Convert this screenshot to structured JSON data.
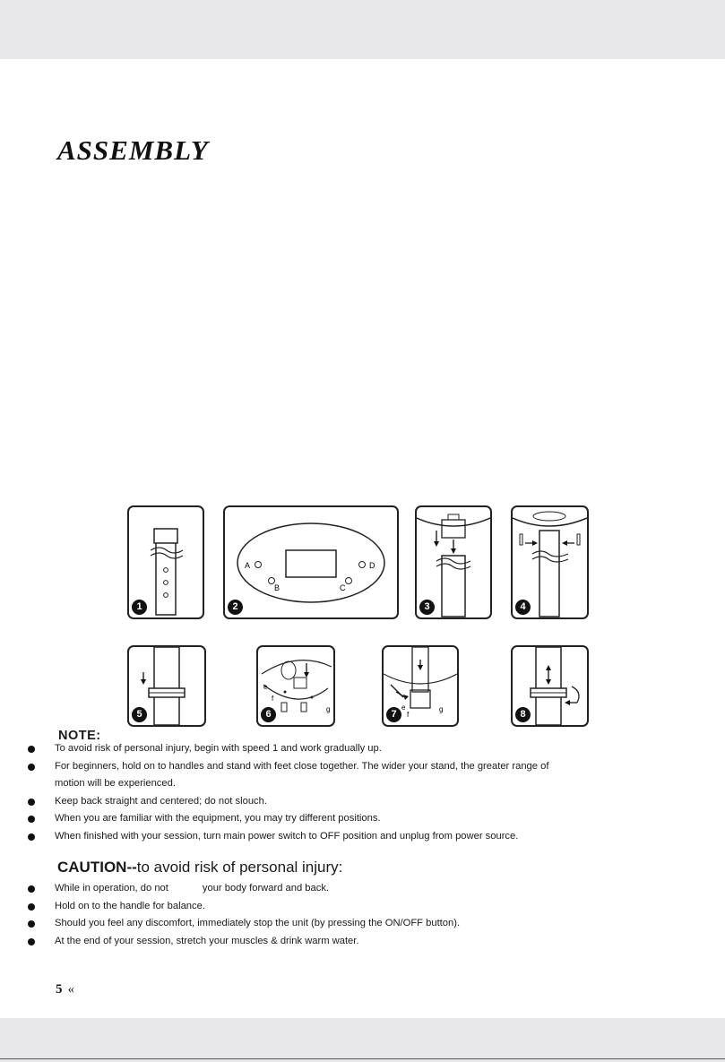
{
  "title": "ASSEMBLY",
  "steps": [
    {
      "n": "1"
    },
    {
      "n": "2"
    },
    {
      "n": "3"
    },
    {
      "n": "4"
    },
    {
      "n": "5"
    },
    {
      "n": "6"
    },
    {
      "n": "7"
    },
    {
      "n": "8"
    }
  ],
  "diagram_labels": {
    "a": "A",
    "b": "B",
    "c": "C",
    "d": "D",
    "e": "e",
    "f": "f",
    "g": "g"
  },
  "note": {
    "heading": "NOTE:",
    "items": [
      "To avoid risk of personal injury, begin with speed 1 and work gradually up.",
      "For beginners, hold on to handles and stand with feet close together. The wider your stand, the greater range of",
      "motion will be experienced.",
      "Keep back straight and centered; do not slouch.",
      "When you are familiar with the equipment, you may try different positions.",
      "When finished with your session, turn main power switch to OFF position and unplug from power source."
    ]
  },
  "caution": {
    "heading_bold": "CAUTION--",
    "heading_rest": "to avoid risk of personal injury:",
    "first_item_a": "While in operation, do not",
    "first_item_b": "your body forward and back.",
    "items": [
      "Hold on to the handle for balance.",
      "Should you feel any discomfort, immediately stop the unit (by pressing the ON/OFF button).",
      "At the end of your session, stretch your muscles & drink warm water."
    ]
  },
  "page": {
    "number": "5",
    "chevron": "«"
  }
}
